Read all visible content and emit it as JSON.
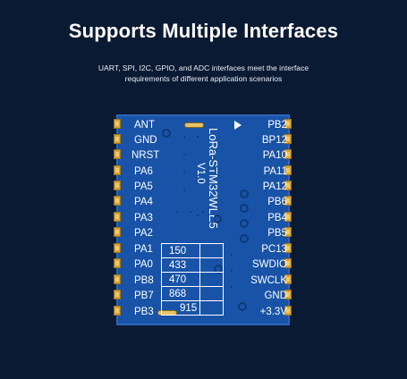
{
  "header": {
    "title": "Supports Multiple Interfaces",
    "subtitle_line1": "UART, SPI, I2C, GPIO, and ADC interfaces meet the interface",
    "subtitle_line2": "requirements of different application scenarios"
  },
  "module": {
    "name": "LoRa-STM32WLE5",
    "version": "V1.0",
    "left_pins": [
      "ANT",
      "GND",
      "NRST",
      "PA6",
      "PA5",
      "PA4",
      "PA3",
      "PA2",
      "PA1",
      "PA0",
      "PB8",
      "PB7",
      "PB3"
    ],
    "right_pins": [
      "PB2",
      "BP12",
      "PA10",
      "PA11",
      "PA12",
      "PB6",
      "PB4",
      "PB5",
      "PC13",
      "SWDIO",
      "SWCLK",
      "GND",
      "+3.3V"
    ],
    "frequencies": [
      "150",
      "433",
      "470",
      "868",
      "915"
    ]
  },
  "colors": {
    "background": "#0b1a33",
    "board": "#1853a8",
    "pad": "#d4a53c"
  }
}
